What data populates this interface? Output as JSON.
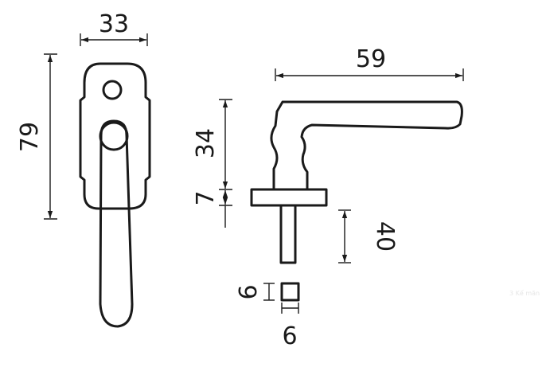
{
  "drawing": {
    "colors": {
      "line": "#1a1a1a",
      "background": "#ffffff",
      "watermark": "#e6e6e6"
    },
    "dimensions": {
      "front_width": "33",
      "front_height": "79",
      "lever_length": "59",
      "neck_height": "34",
      "rose_thickness": "7",
      "spindle_length": "40",
      "square_height": "6",
      "square_width": "6"
    },
    "watermark": "3 Kế mãn"
  }
}
